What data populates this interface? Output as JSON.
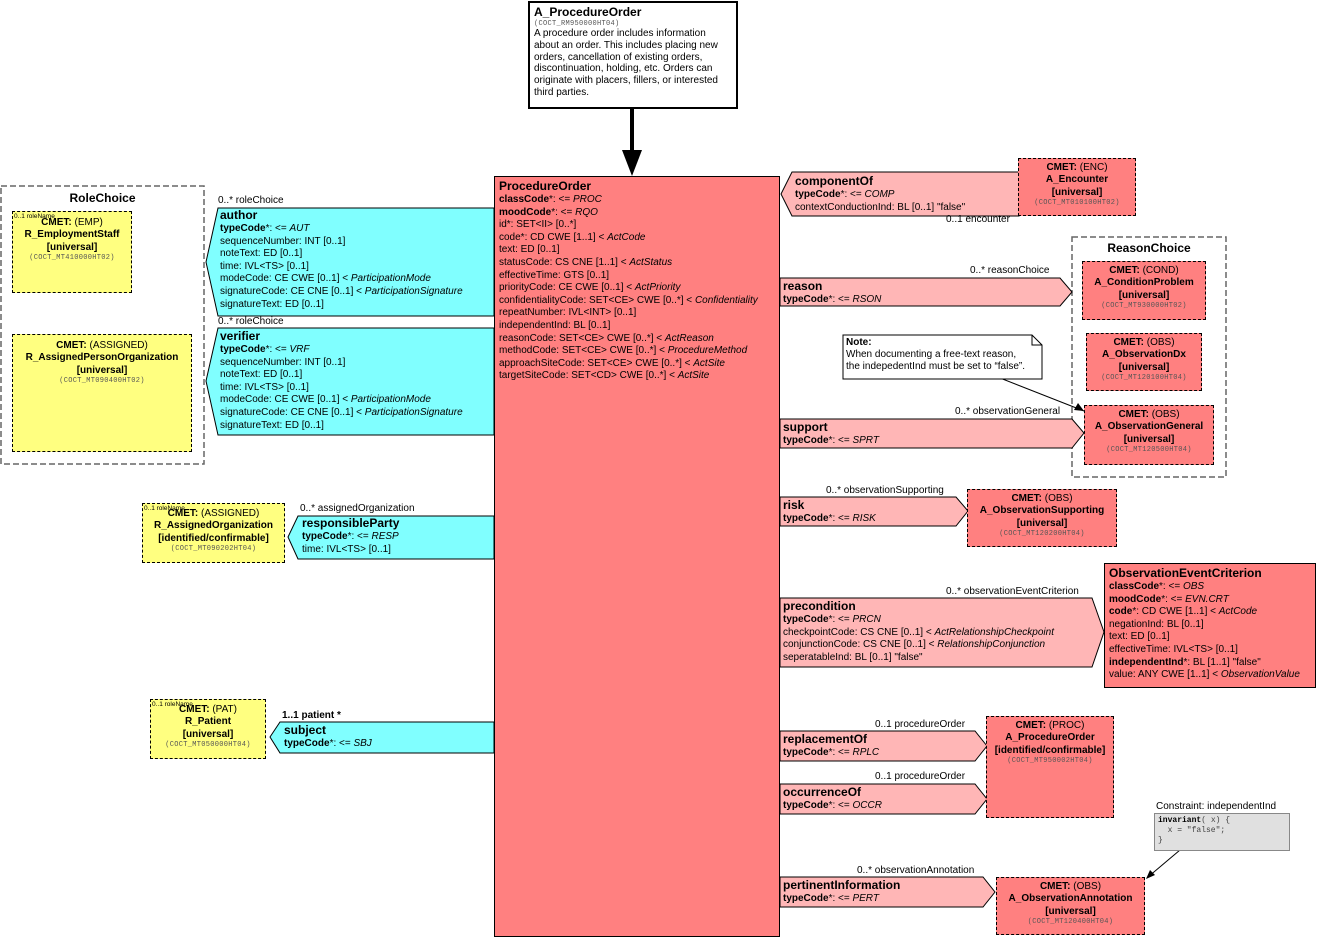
{
  "entry": {
    "title": "A_ProcedureOrder",
    "code": "(COCT_RM950000HT04)",
    "description": [
      "A procedure order includes information",
      "about an order.  This includes placing new",
      "orders, cancellation of existing orders,",
      "discontinuation, holding, etc.  Orders can",
      "originate with placers, fillers, or interested",
      "third parties."
    ]
  },
  "focal": {
    "title": "ProcedureOrder",
    "attributes": [
      {
        "bold": "classCode",
        "rest": "*: <= ",
        "ital": "PROC"
      },
      {
        "bold": "moodCode",
        "rest": "*: <= ",
        "ital": "RQO"
      },
      {
        "bold": "",
        "rest": "id*: SET<II> [0..*]",
        "ital": ""
      },
      {
        "bold": "",
        "rest": "code*: CD CWE [1..1] < ",
        "ital": "ActCode"
      },
      {
        "bold": "",
        "rest": "text: ED [0..1]",
        "ital": ""
      },
      {
        "bold": "",
        "rest": "statusCode: CS CNE [1..1] < ",
        "ital": "ActStatus"
      },
      {
        "bold": "",
        "rest": "effectiveTime: GTS [0..1]",
        "ital": ""
      },
      {
        "bold": "",
        "rest": "priorityCode: CE CWE [0..1] < ",
        "ital": "ActPriority"
      },
      {
        "bold": "",
        "rest": "confidentialityCode: SET<CE> CWE [0..*] < ",
        "ital": "Confidentiality"
      },
      {
        "bold": "",
        "rest": "repeatNumber: IVL<INT> [0..1]",
        "ital": ""
      },
      {
        "bold": "",
        "rest": "independentInd: BL [0..1]",
        "ital": ""
      },
      {
        "bold": "",
        "rest": "reasonCode: SET<CE> CWE [0..*] < ",
        "ital": "ActReason"
      },
      {
        "bold": "",
        "rest": "methodCode: SET<CE> CWE [0..*] < ",
        "ital": "ProcedureMethod"
      },
      {
        "bold": "",
        "rest": "approachSiteCode: SET<CE> CWE [0..*] < ",
        "ital": "ActSite"
      },
      {
        "bold": "",
        "rest": "targetSiteCode: SET<CD> CWE [0..*] < ",
        "ital": "ActSite"
      }
    ]
  },
  "roleChoice": {
    "title": "RoleChoice",
    "employee": {
      "rolename": "0..1 roleName",
      "cmet": "CMET:",
      "type": " (EMP)",
      "name": "R_EmploymentStaff",
      "flavor": "[universal]",
      "code": "(COCT_MT410000HT02)"
    },
    "assigned": {
      "cmet": "CMET:",
      "type": " (ASSIGNED)",
      "name": "R_AssignedPersonOrganization",
      "flavor": "[universal]",
      "code": "(COCT_MT090400HT02)"
    }
  },
  "author": {
    "mult": "0..* roleChoice",
    "title": "author",
    "attributes": [
      {
        "bold": "typeCode",
        "rest": "*: <= ",
        "ital": "AUT"
      },
      {
        "bold": "",
        "rest": "sequenceNumber: INT [0..1]",
        "ital": ""
      },
      {
        "bold": "",
        "rest": "noteText: ED [0..1]",
        "ital": ""
      },
      {
        "bold": "",
        "rest": "time: IVL<TS> [0..1]",
        "ital": ""
      },
      {
        "bold": "",
        "rest": "modeCode: CE CWE [0..1] < ",
        "ital": "ParticipationMode"
      },
      {
        "bold": "",
        "rest": "signatureCode: CE CNE [0..1] < ",
        "ital": "ParticipationSignature"
      },
      {
        "bold": "",
        "rest": "signatureText: ED [0..1]",
        "ital": ""
      }
    ]
  },
  "verifier": {
    "mult": "0..* roleChoice",
    "title": "verifier",
    "attributes": [
      {
        "bold": "typeCode",
        "rest": "*: <= ",
        "ital": "VRF"
      },
      {
        "bold": "",
        "rest": "sequenceNumber: INT [0..1]",
        "ital": ""
      },
      {
        "bold": "",
        "rest": "noteText: ED [0..1]",
        "ital": ""
      },
      {
        "bold": "",
        "rest": "time: IVL<TS> [0..1]",
        "ital": ""
      },
      {
        "bold": "",
        "rest": "modeCode: CE CWE [0..1] < ",
        "ital": "ParticipationMode"
      },
      {
        "bold": "",
        "rest": "signatureCode: CE CNE [0..1] < ",
        "ital": "ParticipationSignature"
      },
      {
        "bold": "",
        "rest": "signatureText: ED [0..1]",
        "ital": ""
      }
    ]
  },
  "responsibleParty": {
    "mult": "0..* assignedOrganization",
    "title": "responsibleParty",
    "attributes": [
      {
        "bold": "typeCode",
        "rest": "*: <= ",
        "ital": "RESP"
      },
      {
        "bold": "",
        "rest": "time: IVL<TS> [0..1]",
        "ital": ""
      }
    ],
    "cmet": {
      "rolename": "0..1 roleName",
      "cmet": "CMET:",
      "type": " (ASSIGNED)",
      "name": "R_AssignedOrganization",
      "flavor": "[identified/confirmable]",
      "code": "(COCT_MT090202HT04)"
    }
  },
  "subject": {
    "mult": "1..1 patient  *",
    "title": "subject",
    "attributes": [
      {
        "bold": "typeCode",
        "rest": "*: <= ",
        "ital": "SBJ"
      }
    ],
    "cmet": {
      "rolename": "0..1 roleName",
      "cmet": "CMET:",
      "type": " (PAT)",
      "name": "R_Patient",
      "flavor": "[universal]",
      "code": "(COCT_MT050000HT04)"
    }
  },
  "componentOf": {
    "mult": "0..1 encounter",
    "title": "componentOf",
    "attributes": [
      {
        "bold": "typeCode",
        "rest": "*: <= ",
        "ital": "COMP"
      },
      {
        "bold": "",
        "rest": "contextConductionInd: BL [0..1] \"false\"",
        "ital": ""
      }
    ],
    "cmet": {
      "cmet": "CMET:",
      "type": " (ENC)",
      "name": "A_Encounter",
      "flavor": "[universal]",
      "code": "(COCT_MT010100HT02)"
    }
  },
  "reason": {
    "mult": "0..* reasonChoice",
    "title": "reason",
    "attributes": [
      {
        "bold": "typeCode",
        "rest": "*: <= ",
        "ital": "RSON"
      }
    ]
  },
  "reasonChoice": {
    "title": "ReasonChoice",
    "condition": {
      "cmet": "CMET:",
      "type": " (COND)",
      "name": "A_ConditionProblem",
      "flavor": "[universal]",
      "code": "(COCT_MT930000HT02)"
    },
    "dx": {
      "cmet": "CMET:",
      "type": " (OBS)",
      "name": "A_ObservationDx",
      "flavor": "[universal]",
      "code": "(COCT_MT120100HT04)"
    },
    "general": {
      "cmet": "CMET:",
      "type": " (OBS)",
      "name": "A_ObservationGeneral",
      "flavor": "[universal]",
      "code": "(COCT_MT120500HT04)"
    }
  },
  "note": {
    "title": "Note:",
    "lines": [
      "When documenting a free-text reason,",
      "the indepedentInd must be set to “false”."
    ]
  },
  "support": {
    "mult": "0..* observationGeneral",
    "title": "support",
    "attributes": [
      {
        "bold": "typeCode",
        "rest": "*: <= ",
        "ital": "SPRT"
      }
    ]
  },
  "risk": {
    "mult": "0..* observationSupporting",
    "title": "risk",
    "attributes": [
      {
        "bold": "typeCode",
        "rest": "*: <= ",
        "ital": "RISK"
      }
    ],
    "cmet": {
      "cmet": "CMET:",
      "type": " (OBS)",
      "name": "A_ObservationSupporting",
      "flavor": "[universal]",
      "code": "(COCT_MT120200HT04)"
    }
  },
  "precondition": {
    "mult": "0..* observationEventCriterion",
    "title": "precondition",
    "attributes": [
      {
        "bold": "typeCode",
        "rest": "*: <= ",
        "ital": "PRCN"
      },
      {
        "bold": "",
        "rest": "checkpointCode: CS CNE [0..1] < ",
        "ital": "ActRelationshipCheckpoint"
      },
      {
        "bold": "",
        "rest": "conjunctionCode: CS CNE [0..1] < ",
        "ital": "RelationshipConjunction"
      },
      {
        "bold": "",
        "rest": "seperatableInd: BL [0..1] \"false\"",
        "ital": ""
      }
    ]
  },
  "criterion": {
    "title": "ObservationEventCriterion",
    "attributes": [
      {
        "bold": "classCode",
        "rest": "*: <= ",
        "ital": "OBS"
      },
      {
        "bold": "moodCode",
        "rest": "*: <= ",
        "ital": "EVN.CRT"
      },
      {
        "bold": "code",
        "rest": "*: CD CWE [1..1] < ",
        "ital": "ActCode"
      },
      {
        "bold": "",
        "rest": "negationInd: BL [0..1]",
        "ital": ""
      },
      {
        "bold": "",
        "rest": "text: ED [0..1]",
        "ital": ""
      },
      {
        "bold": "",
        "rest": "effectiveTime: IVL<TS> [0..1]",
        "ital": ""
      },
      {
        "bold": "independentInd",
        "rest": "*: BL [1..1] \"false\"",
        "ital": ""
      },
      {
        "bold": "",
        "rest": "value: ANY CWE [1..1] < ",
        "ital": "ObservationValue"
      }
    ]
  },
  "replacementOf": {
    "mult": "0..1 procedureOrder",
    "title": "replacementOf",
    "attributes": [
      {
        "bold": "typeCode",
        "rest": "*: <= ",
        "ital": "RPLC"
      }
    ]
  },
  "occurrenceOf": {
    "mult": "0..1 procedureOrder",
    "title": "occurrenceOf",
    "attributes": [
      {
        "bold": "typeCode",
        "rest": "*: <= ",
        "ital": "OCCR"
      }
    ]
  },
  "procedureOrderCmet": {
    "cmet": "CMET:",
    "type": " (PROC)",
    "name": "A_ProcedureOrder",
    "flavor": "[identified/confirmable]",
    "code": "(COCT_MT950002HT04)"
  },
  "pertinentInformation": {
    "mult": "0..* observationAnnotation",
    "title": "pertinentInformation",
    "attributes": [
      {
        "bold": "typeCode",
        "rest": "*: <= ",
        "ital": "PERT"
      }
    ],
    "cmet": {
      "cmet": "CMET:",
      "type": " (OBS)",
      "name": "A_ObservationAnnotation",
      "flavor": "[universal]",
      "code": "(COCT_MT120400HT04)"
    }
  },
  "constraint": {
    "title": "Constraint: independentInd",
    "keyword": "invariant",
    "sig": "( x) {",
    "body": "  x = \"false\";",
    "close": "}"
  }
}
